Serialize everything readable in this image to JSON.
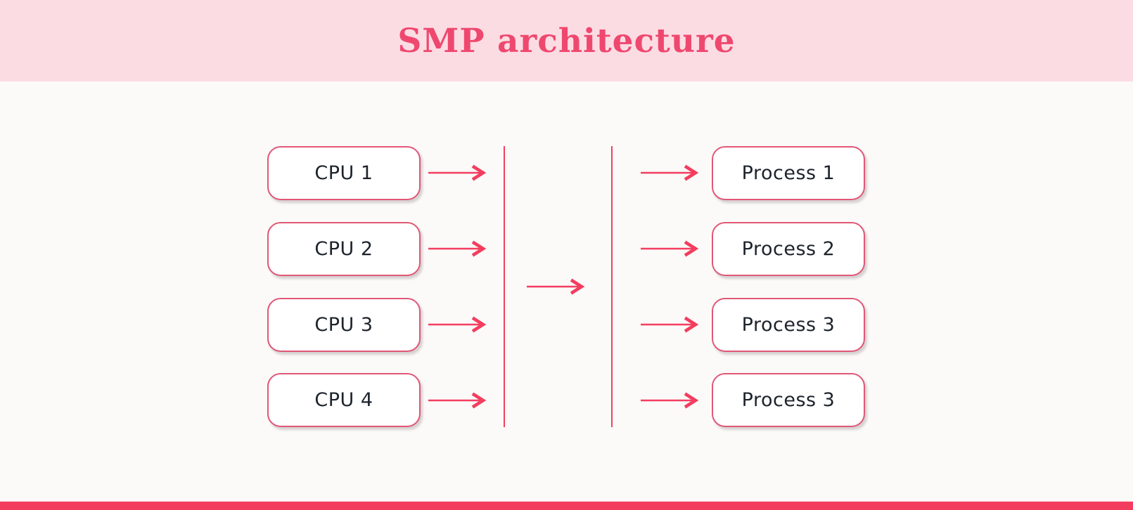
{
  "header": {
    "title": "SMP architecture"
  },
  "diagram": {
    "cpu_boxes": [
      {
        "label": "CPU 1"
      },
      {
        "label": "CPU 2"
      },
      {
        "label": "CPU 3"
      },
      {
        "label": "CPU 4"
      }
    ],
    "process_boxes": [
      {
        "label": "Process 1"
      },
      {
        "label": "Process 2"
      },
      {
        "label": "Process 3"
      },
      {
        "label": "Process 3"
      }
    ],
    "icons": {
      "arrow": "arrow-right-icon"
    }
  },
  "colors": {
    "accent": "#F33D5F",
    "box_border": "#E15776",
    "header_bg": "#FCDCE3",
    "title": "#EF486F",
    "page_bg": "#FBFAF8",
    "box_text": "#1D232C",
    "box_fill": "#FFFFFF"
  }
}
